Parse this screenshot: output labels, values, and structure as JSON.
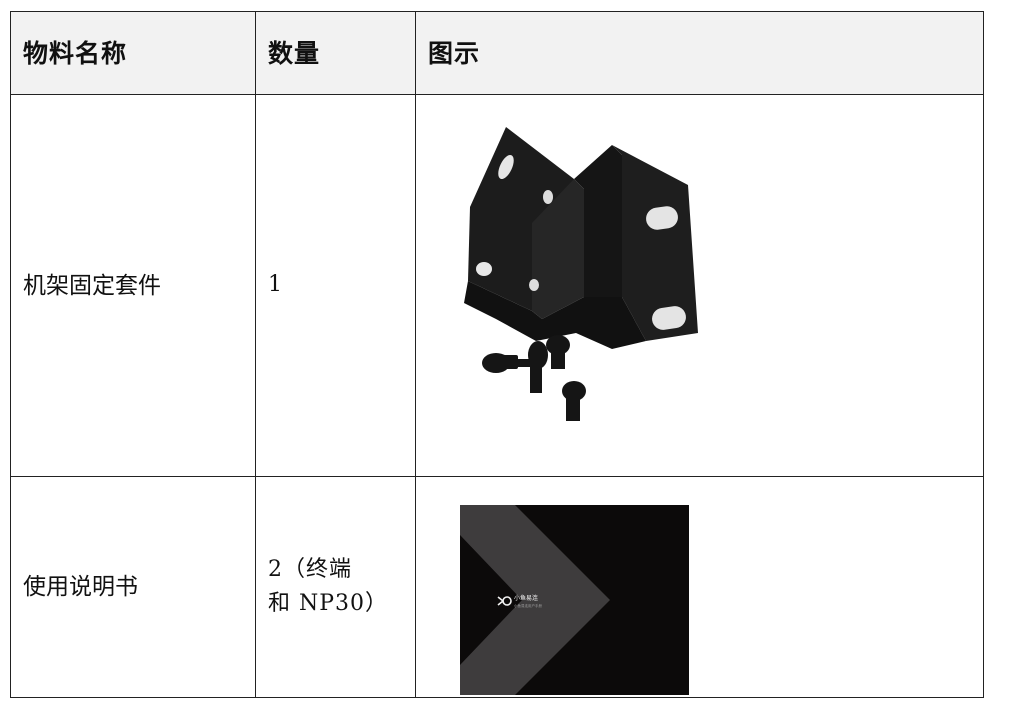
{
  "table": {
    "headers": [
      "物料名称",
      "数量",
      "图示"
    ],
    "rows": [
      {
        "name": "机架固定套件",
        "quantity": "1",
        "image_icon": "rack-bracket-kit-photo"
      },
      {
        "name": "使用说明书",
        "quantity": "2（终端\n和 NP30）",
        "image_icon": "user-manual-cover-photo",
        "cover_brand": "小鱼易连",
        "cover_subtext": "小鱼易连用户手册"
      }
    ]
  },
  "colors": {
    "border": "#222222",
    "header_bg": "#f2f2f2",
    "bracket": "#1a1a1a",
    "manual_bg": "#0c0a0a",
    "manual_chevron": "#3e3c3d"
  }
}
